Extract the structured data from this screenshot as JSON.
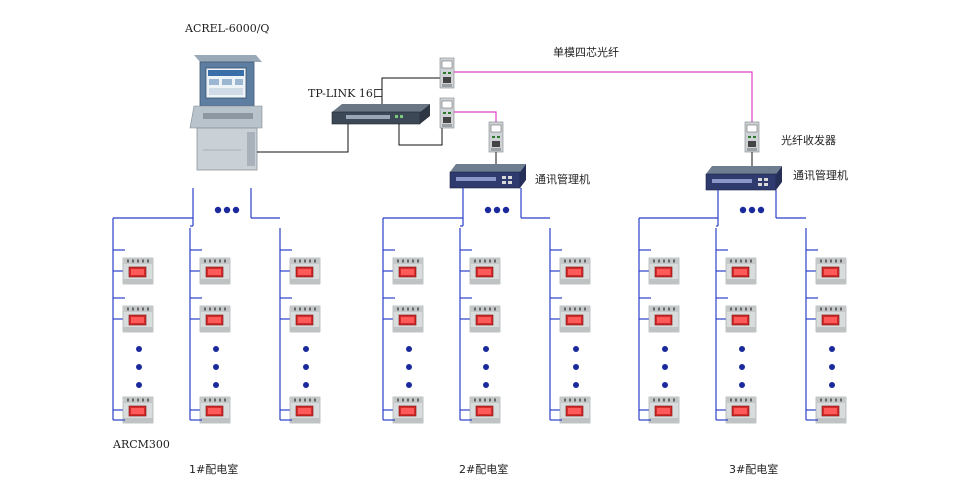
{
  "labels": {
    "workstation": "ACREL-6000/Q",
    "switch": "TP-LINK 16口",
    "fiber": "单模四芯光纤",
    "transceiver": "光纤收发器",
    "comm_manager_2": "通讯管理机",
    "comm_manager_3": "通讯管理机",
    "device_model": "ARCM300",
    "room_1": "1#配电室",
    "room_2": "2#配电室",
    "room_3": "3#配电室"
  },
  "colors": {
    "bus": "#2b3fc9",
    "fiber": "#e040c8",
    "cable": "#111111",
    "dot": "#1a2a9c"
  },
  "icons": {
    "workstation": "workstation-icon",
    "switch": "network-switch-icon",
    "transceiver": "fiber-transceiver-icon",
    "comm_manager": "comm-manager-icon",
    "meter": "arcm300-meter-icon"
  }
}
